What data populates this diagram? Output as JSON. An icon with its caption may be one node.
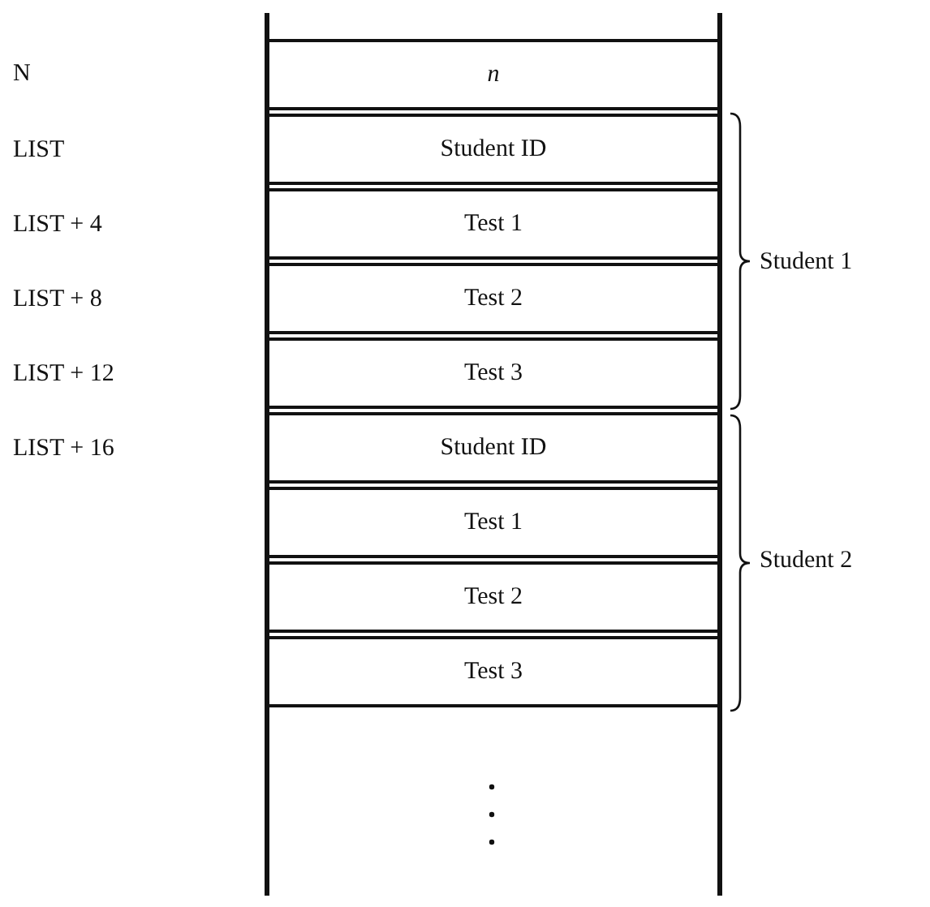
{
  "diagram": {
    "nodes": [
      {
        "text": [
          "n"
        ]
      },
      {
        "text": [
          "Student ID"
        ]
      },
      {
        "text": [
          "Test 1"
        ]
      },
      {
        "text": [
          "Test 2"
        ]
      },
      {
        "text": [
          "Test 3"
        ]
      },
      {
        "text": [
          "Student ID"
        ]
      },
      {
        "text": [
          "Test 1"
        ]
      },
      {
        "text": [
          "Test 2"
        ]
      },
      {
        "text": [
          "Test 3"
        ]
      }
    ],
    "labels": [
      "N",
      "LIST",
      "LIST + 4",
      "LIST + 8",
      "LIST + 12",
      "Student 1",
      "LIST + 16",
      "Student 2"
    ]
  }
}
